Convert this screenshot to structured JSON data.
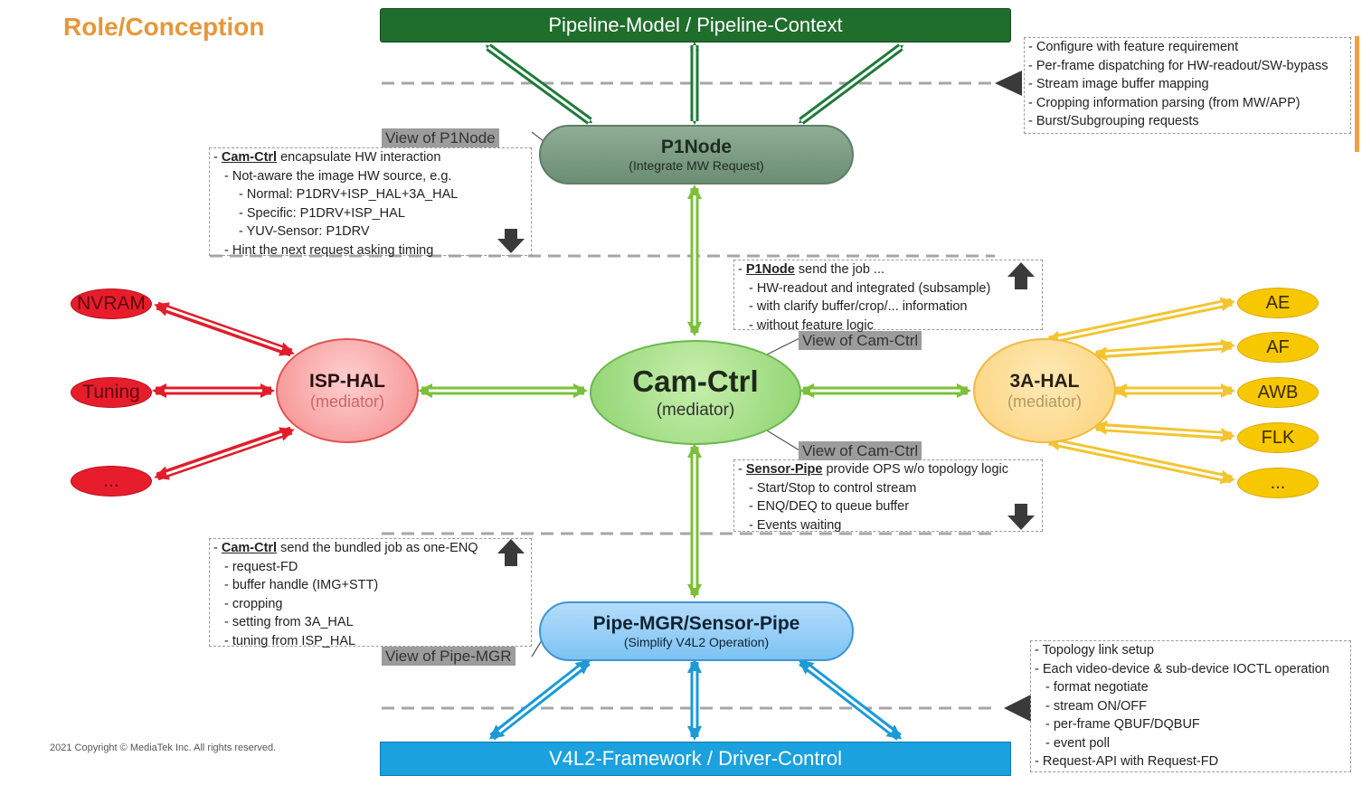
{
  "title": "Role/Conception",
  "bars": {
    "top": "Pipeline-Model / Pipeline-Context",
    "bottom": "V4L2-Framework / Driver-Control"
  },
  "nodes": {
    "p1node": {
      "title": "P1Node",
      "subtitle": "(Integrate MW Request)"
    },
    "camctrl": {
      "title": "Cam-Ctrl",
      "subtitle": "(mediator)"
    },
    "isphal": {
      "title": "ISP-HAL",
      "subtitle": "(mediator)"
    },
    "hal3a": {
      "title": "3A-HAL",
      "subtitle": "(mediator)"
    },
    "pipemgr": {
      "title": "Pipe-MGR/Sensor-Pipe",
      "subtitle": "(Simplify V4L2 Operation)"
    }
  },
  "isp_children": [
    "NVRAM",
    "Tuning",
    "..."
  ],
  "a3_children": [
    "AE",
    "AF",
    "AWB",
    "FLK",
    "..."
  ],
  "tags": {
    "view_p1node": "View of P1Node",
    "view_camctrl_1": "View of Cam-Ctrl",
    "view_camctrl_2": "View of Cam-Ctrl",
    "view_pipemgr": "View of Pipe-MGR"
  },
  "notes": {
    "pipeline": [
      "- Configure with feature requirement",
      "- Per-frame dispatching for HW-readout/SW-bypass",
      "- Stream image buffer mapping",
      "- Cropping information parsing (from MW/APP)",
      "- Burst/Subgrouping requests"
    ],
    "p1view": {
      "bold": "Cam-Ctrl",
      "head": " encapsulate HW interaction",
      "l1": "- Not-aware the image HW source, e.g.",
      "l2": "- Normal: P1DRV+ISP_HAL+3A_HAL",
      "l3": "- Specific: P1DRV+ISP_HAL",
      "l4": "- YUV-Sensor: P1DRV",
      "l5": "- Hint the next request asking timing"
    },
    "camctrl1": {
      "bold": "P1Node",
      "head": " send the job ...",
      "l1": "- HW-readout and integrated (subsample)",
      "l2": "- with clarify buffer/crop/... information",
      "l3": "- without feature logic"
    },
    "camctrl2": {
      "bold": "Sensor-Pipe",
      "head": " provide OPS w/o topology logic",
      "l1": "- Start/Stop to control stream",
      "l2": "- ENQ/DEQ to queue buffer",
      "l3": "- Events waiting"
    },
    "pipemgrview": {
      "bold": "Cam-Ctrl",
      "head": " send the bundled job as one-ENQ",
      "l1": "- request-FD",
      "l2": "- buffer handle (IMG+STT)",
      "l3": "- cropping",
      "l4": "- setting from 3A_HAL",
      "l5": "- tuning from ISP_HAL"
    },
    "v4l2": {
      "l0": "- Topology link setup",
      "l1": "- Each video-device & sub-device IOCTL operation",
      "l2": "- format negotiate",
      "l3": "- stream ON/OFF",
      "l4": "- per-frame QBUF/DQBUF",
      "l5": "- event poll",
      "l6": "- Request-API with Request-FD"
    }
  },
  "copyright": "2021 Copyright © MediaTek Inc. All rights reserved.",
  "colors": {
    "green_arrow": "#1e7a3a",
    "lime_arrow": "#7cc03a",
    "red_arrow": "#e11d2a",
    "yellow_arrow": "#f4c430",
    "blue_arrow": "#1b9ad6",
    "accent_orange": "#e6973a"
  }
}
